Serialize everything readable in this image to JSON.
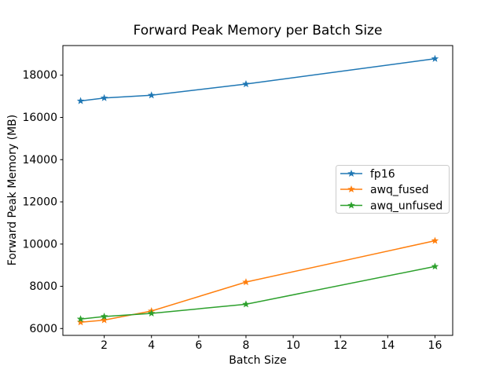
{
  "figure": {
    "background": "#ffffff",
    "spine_color": "#000000",
    "legend_border_color": "#cccccc",
    "text_color": "#000000"
  },
  "chart_data": {
    "type": "line",
    "title": "Forward Peak Memory per Batch Size",
    "xlabel": "Batch Size",
    "ylabel": "Forward Peak Memory (MB)",
    "x": [
      1,
      2,
      4,
      8,
      16
    ],
    "series": [
      {
        "name": "fp16",
        "color": "#1f77b4",
        "marker": "star",
        "values": [
          16780,
          16920,
          17050,
          17580,
          18780
        ]
      },
      {
        "name": "awq_fused",
        "color": "#ff7f0e",
        "marker": "star",
        "values": [
          6300,
          6400,
          6830,
          8200,
          10160
        ]
      },
      {
        "name": "awq_unfused",
        "color": "#2ca02c",
        "marker": "star",
        "values": [
          6450,
          6570,
          6720,
          7150,
          8940
        ]
      }
    ],
    "xticks": [
      2,
      4,
      6,
      8,
      10,
      12,
      14,
      16
    ],
    "yticks": [
      6000,
      8000,
      10000,
      12000,
      14000,
      16000,
      18000
    ],
    "xlim": [
      0.25,
      16.75
    ],
    "ylim": [
      5676,
      19404
    ],
    "grid": false,
    "legend_position": "center right"
  }
}
